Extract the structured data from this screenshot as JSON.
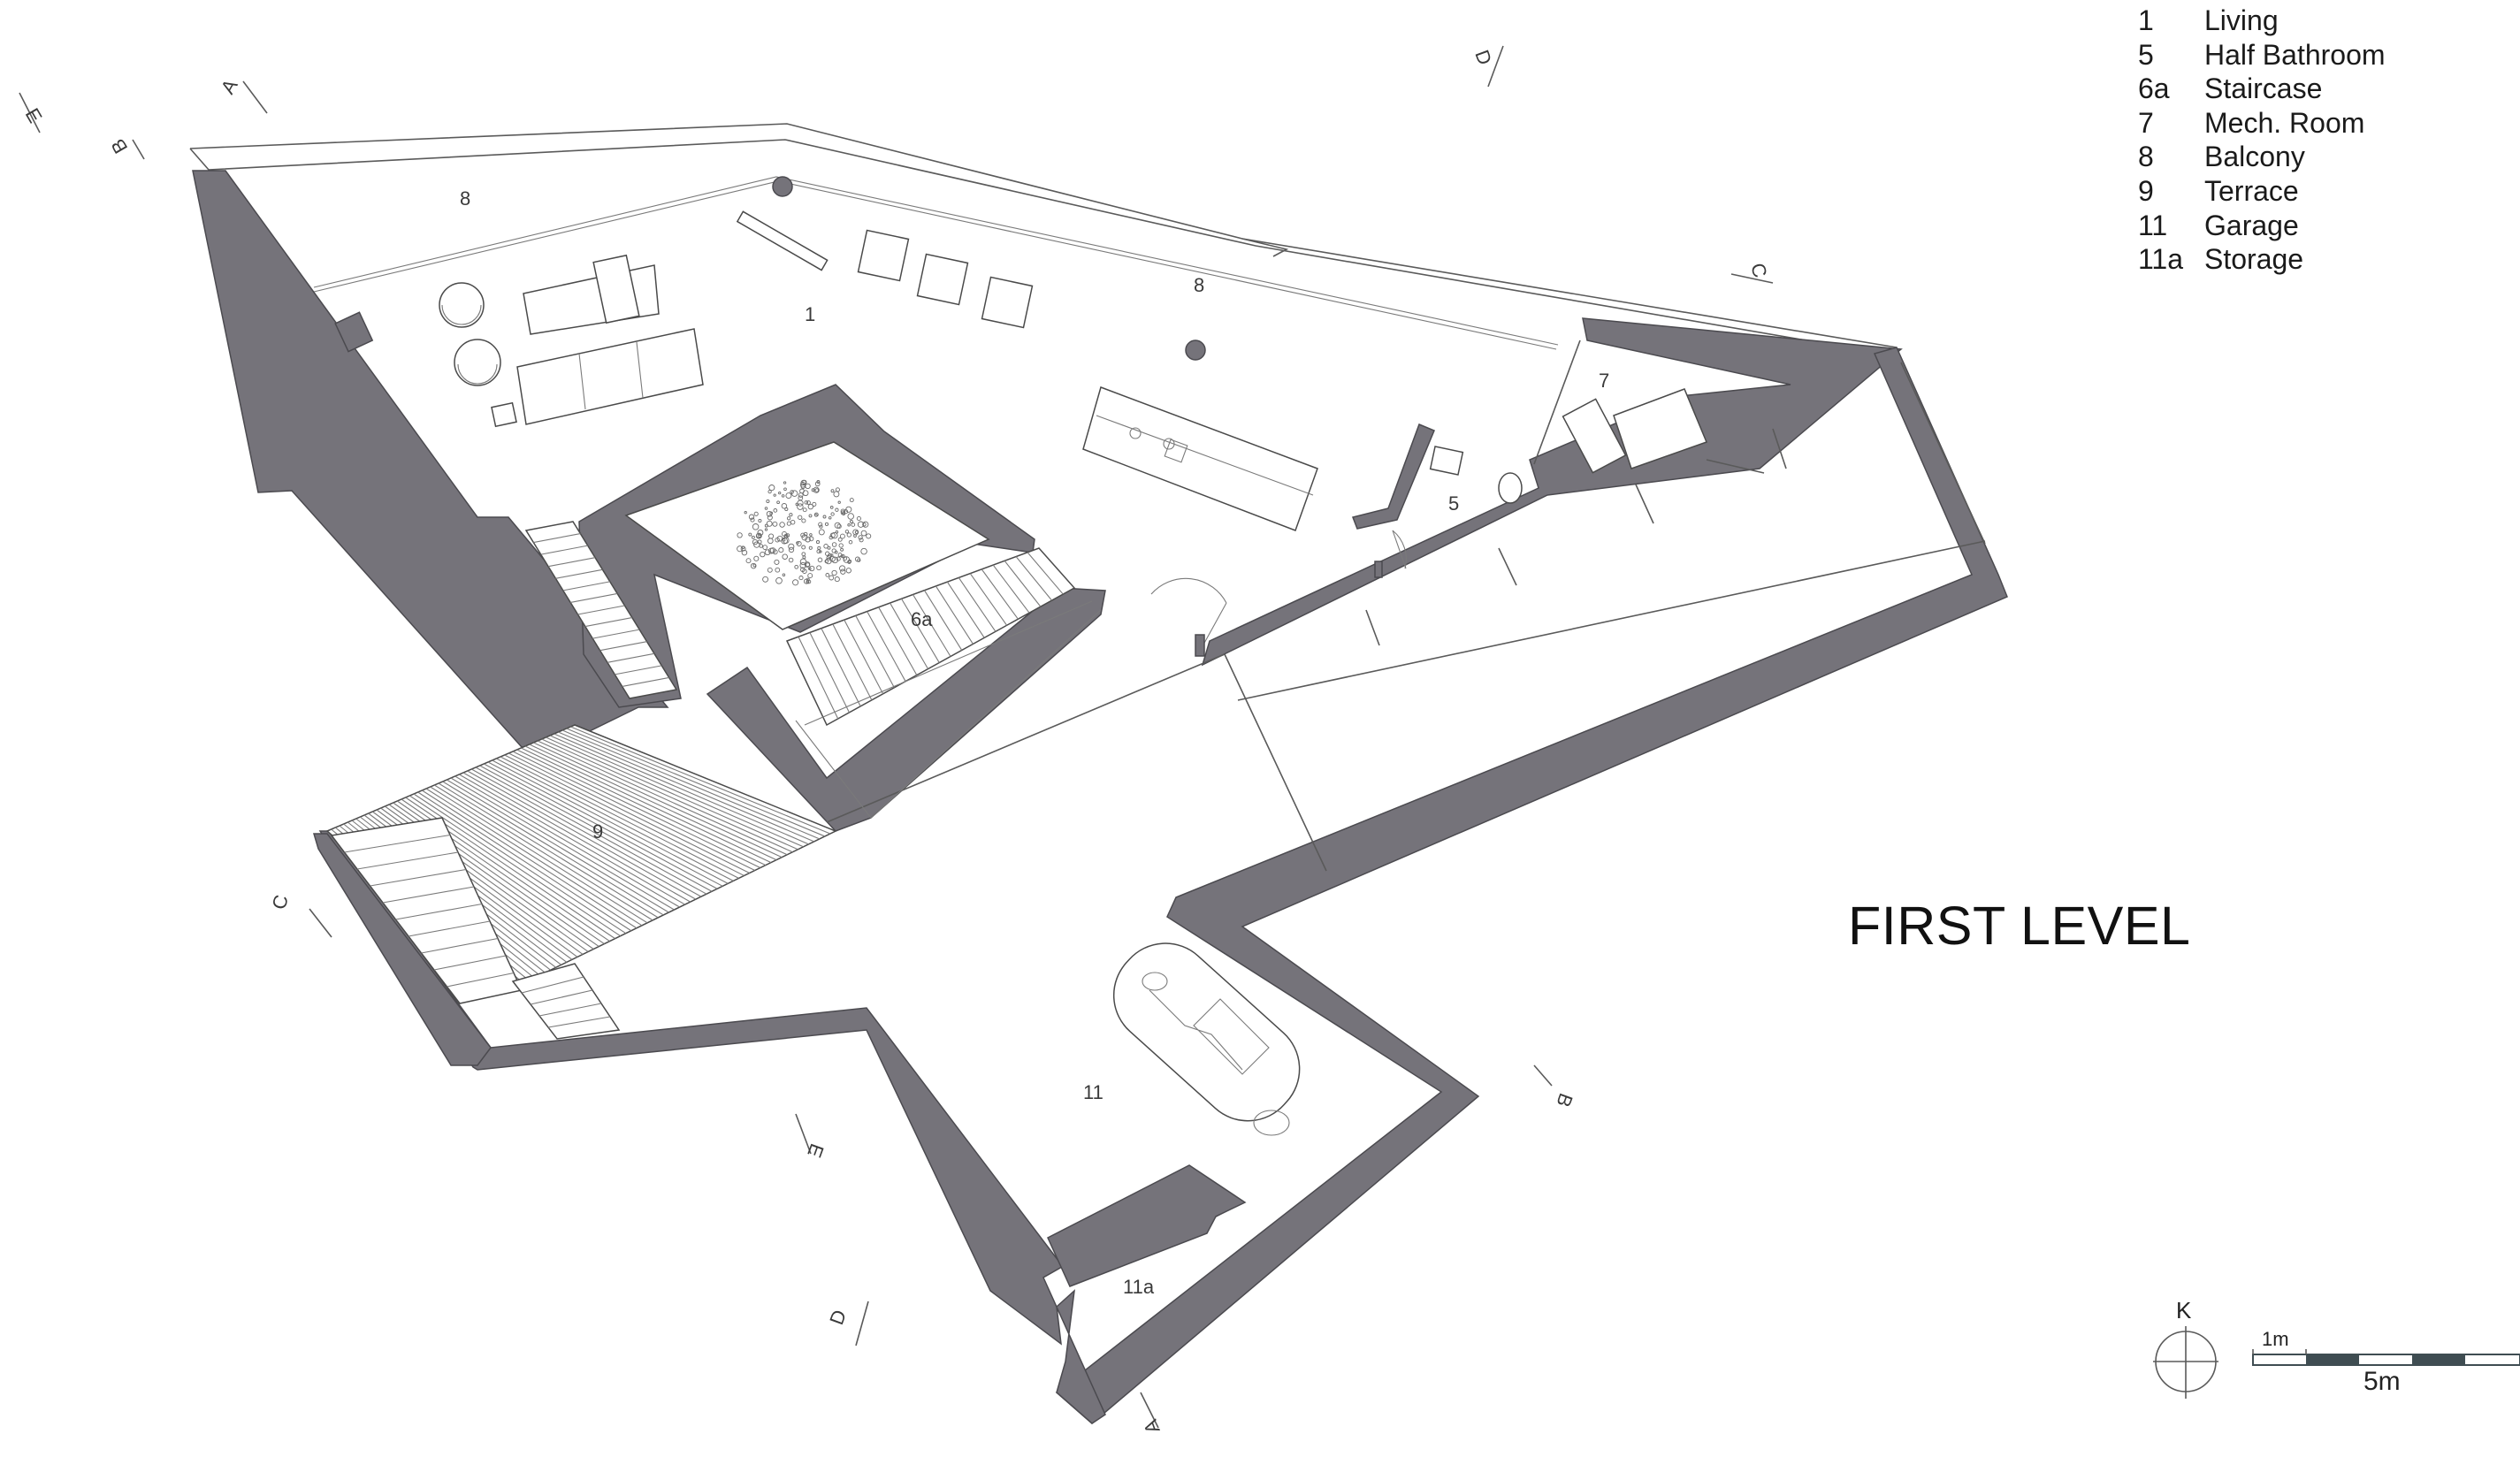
{
  "legend": [
    {
      "num": "1",
      "label": "Living"
    },
    {
      "num": "5",
      "label": "Half Bathroom"
    },
    {
      "num": "6a",
      "label": "Staircase"
    },
    {
      "num": "7",
      "label": "Mech. Room"
    },
    {
      "num": "8",
      "label": "Balcony"
    },
    {
      "num": "9",
      "label": "Terrace"
    },
    {
      "num": "11",
      "label": "Garage"
    },
    {
      "num": "11a",
      "label": "Storage"
    }
  ],
  "title": "FIRST LEVEL",
  "rooms": {
    "balcony_left": "8",
    "living": "1",
    "balcony_right": "8",
    "mech": "7",
    "bath": "5",
    "stair": "6a",
    "terrace": "9",
    "garage": "11",
    "storage": "11a"
  },
  "sections": {
    "e_top": "E",
    "b_top": "B",
    "a_top": "A",
    "d_top": "D",
    "c_right": "C",
    "c_left": "C",
    "e_bottom": "E",
    "b_bottom": "B",
    "d_bottom": "D",
    "a_bottom": "A"
  },
  "north": "K",
  "scale": {
    "small": "1m",
    "large": "5m"
  },
  "colors": {
    "wall": "#75737a",
    "line": "#5a5a5a",
    "scale_dark": "#3f4d52"
  }
}
